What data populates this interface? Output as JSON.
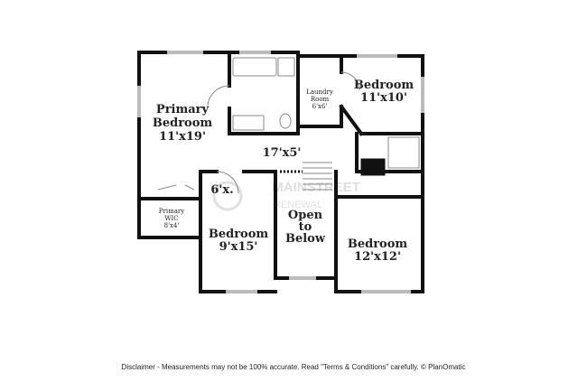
{
  "rooms": {
    "primary_bedroom": {
      "name1": "Primary",
      "name2": "Bedroom",
      "size": "11'x19'"
    },
    "bedroom_ne": {
      "name": "Bedroom",
      "size": "11'x10'"
    },
    "laundry": {
      "name1": "Laundry",
      "name2": "Room",
      "size": "6'x6'"
    },
    "hall": {
      "size": "17'x5'"
    },
    "small_room": {
      "size": "6'x."
    },
    "primary_wic": {
      "name1": "Primary",
      "name2": "WIC",
      "size": "8'x4'"
    },
    "bedroom_center": {
      "name": "Bedroom",
      "size": "9'x15'"
    },
    "open_to_below": {
      "line1": "Open",
      "line2": "to",
      "line3": "Below"
    },
    "bedroom_se": {
      "name": "Bedroom",
      "size": "12'x12'"
    }
  },
  "watermark": {
    "line1": "MAINSTREET",
    "line2": "RENEWAL"
  },
  "disclaimer": "Disclaimer - Measurements may not be 100% accurate. Read \"Terms & Conditions\" carefully. © PlanOmatic",
  "colors": {
    "wall": "#111111",
    "window": "#bbbbbb",
    "fixture": "#888888",
    "watermark": "#d8d8d8"
  }
}
